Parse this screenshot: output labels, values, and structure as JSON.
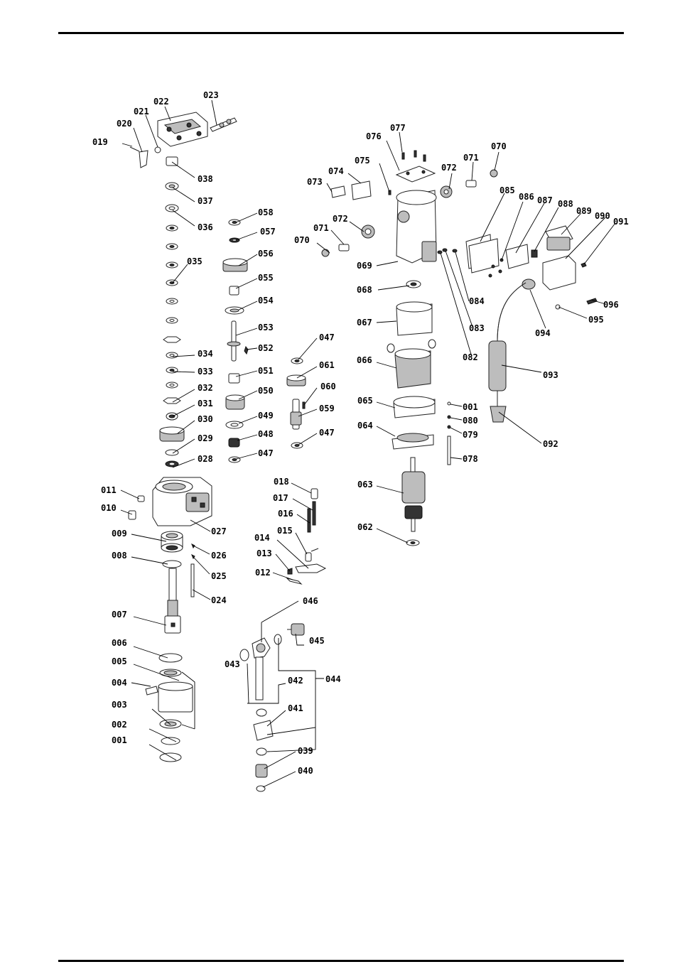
{
  "page": {
    "parts": [
      "001",
      "002",
      "003",
      "004",
      "005",
      "006",
      "007",
      "008",
      "009",
      "010",
      "011",
      "012",
      "013",
      "014",
      "015",
      "016",
      "017",
      "018",
      "019",
      "020",
      "021",
      "022",
      "023",
      "024",
      "025",
      "026",
      "027",
      "028",
      "029",
      "030",
      "031",
      "032",
      "033",
      "034",
      "035",
      "036",
      "037",
      "038",
      "039",
      "040",
      "041",
      "042",
      "043",
      "044",
      "045",
      "046",
      "047",
      "048",
      "049",
      "050",
      "051",
      "052",
      "053",
      "054",
      "055",
      "056",
      "057",
      "058",
      "059",
      "060",
      "061",
      "062",
      "063",
      "064",
      "065",
      "066",
      "067",
      "068",
      "069",
      "070",
      "071",
      "072",
      "073",
      "074",
      "075",
      "076",
      "077",
      "078",
      "079",
      "080",
      "082",
      "083",
      "084",
      "085",
      "086",
      "087",
      "088",
      "089",
      "090",
      "091",
      "092",
      "093",
      "094",
      "095",
      "096"
    ],
    "duplicate_labels": [
      "047",
      "070",
      "071",
      "072"
    ]
  }
}
